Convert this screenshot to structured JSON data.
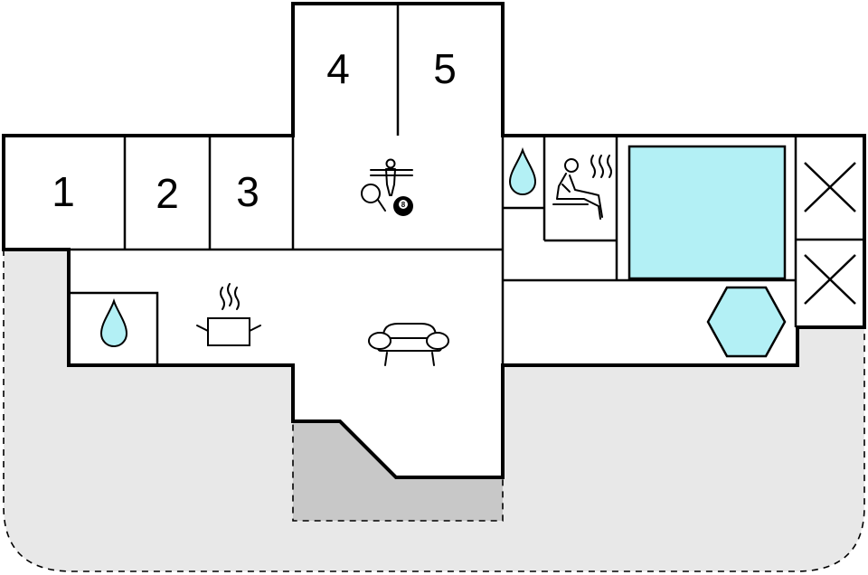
{
  "rooms": [
    {
      "id": "bedroom-1",
      "label": "1"
    },
    {
      "id": "bedroom-2",
      "label": "2"
    },
    {
      "id": "bedroom-3",
      "label": "3"
    },
    {
      "id": "bedroom-4",
      "label": "4"
    },
    {
      "id": "bedroom-5",
      "label": "5"
    }
  ],
  "icons": {
    "games": "games-icon",
    "billiard_ball_number": "8",
    "sauna": "sauna-icon",
    "pool": "indoor-pool-icon",
    "bathroom": "water-drop-icon",
    "kitchen": "cooking-pot-icon",
    "living": "sofa-icon",
    "whirlpool": "hexagon-whirlpool-icon",
    "storage": "crossed-box-icon"
  },
  "colors": {
    "water": "#b3f0f5",
    "terrace": "#e8e8e8",
    "covered_terrace": "#c8c8c8",
    "walls": "#000000",
    "floor": "#ffffff"
  }
}
